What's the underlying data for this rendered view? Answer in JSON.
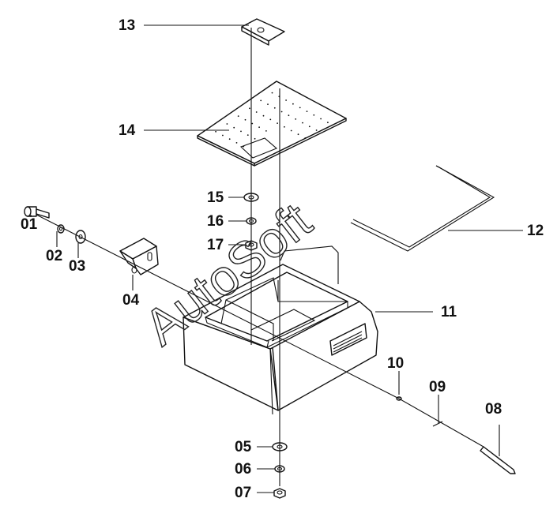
{
  "watermark": "AutoSoft",
  "callouts": [
    {
      "id": "01",
      "label": "01"
    },
    {
      "id": "02",
      "label": "02"
    },
    {
      "id": "03",
      "label": "03"
    },
    {
      "id": "04",
      "label": "04"
    },
    {
      "id": "05",
      "label": "05"
    },
    {
      "id": "06",
      "label": "06"
    },
    {
      "id": "07",
      "label": "07"
    },
    {
      "id": "08",
      "label": "08"
    },
    {
      "id": "09",
      "label": "09"
    },
    {
      "id": "10",
      "label": "10"
    },
    {
      "id": "11",
      "label": "11"
    },
    {
      "id": "12",
      "label": "12"
    },
    {
      "id": "13",
      "label": "13"
    },
    {
      "id": "14",
      "label": "14"
    },
    {
      "id": "15",
      "label": "15"
    },
    {
      "id": "16",
      "label": "16"
    },
    {
      "id": "17",
      "label": "17"
    }
  ]
}
